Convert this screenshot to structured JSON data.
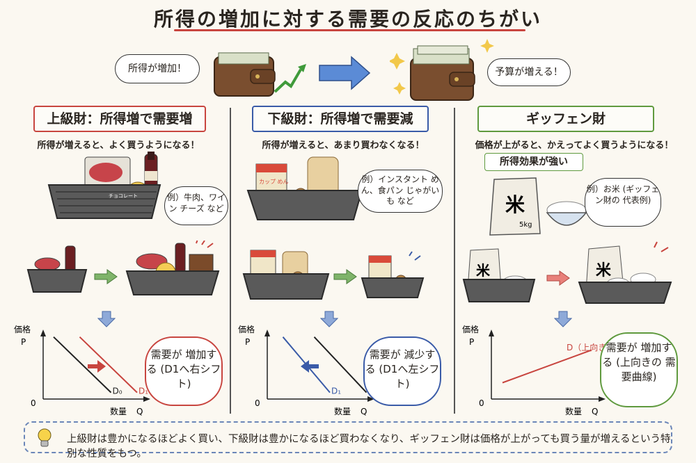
{
  "title": "所得の増加に対する需要の反応のちがい",
  "top": {
    "left_bubble": "所得が増加！",
    "right_bubble": "予算が増える！"
  },
  "colors": {
    "superior": "#c8453f",
    "inferior": "#3a5ba8",
    "giffen": "#5f9a3e"
  },
  "panels": {
    "superior": {
      "heading": "上級財：所得増で需要増",
      "sub": "所得が増えると、よく買うようになる！",
      "example": "例）牛肉、ワイン チーズ など",
      "cloud": "需要が 増加する (D1へ右シフト)",
      "cheese_label": "チョコレート"
    },
    "inferior": {
      "heading": "下級財：所得増で需要減",
      "sub": "所得が増えると、あまり買わなくなる！",
      "example": "例）インスタント めん、食パン じゃがいも など",
      "cloud": "需要が 減少する (D1へ左シフト)",
      "cup_label": "カップ めん"
    },
    "giffen": {
      "heading": "ギッフェン財",
      "sub": "価格が上がると、かえってよく買うようになる！",
      "effect": "所得効果が強い",
      "example": "例）お米 (ギッフェン財の 代表例)",
      "cloud": "需要が 増加する (上向きの 需要曲線)",
      "rice_char": "米",
      "rice_weight": "5kg",
      "curve_label": "D（上向き）"
    }
  },
  "axes": {
    "y": "価格",
    "p": "P",
    "x": "数量",
    "q": "Q",
    "origin": "0",
    "d0": "D₀",
    "d1": "D₁",
    "d": "D"
  },
  "footer": "上級財は豊かになるほどよく買い、下級財は豊かになるほど買わなくなり、ギッフェン財は価格が上がっても買う量が増えるという特別な性質をもつ。",
  "chart_data": [
    {
      "type": "line",
      "title": "上級財",
      "xlabel": "数量 Q",
      "ylabel": "価格 P",
      "series": [
        {
          "name": "D₀",
          "x": [
            0.1,
            0.65
          ],
          "y": [
            0.95,
            0.1
          ]
        },
        {
          "name": "D₁",
          "x": [
            0.35,
            0.9
          ],
          "y": [
            0.95,
            0.1
          ]
        }
      ],
      "shift": "right"
    },
    {
      "type": "line",
      "title": "下級財",
      "xlabel": "数量 Q",
      "ylabel": "価格 P",
      "series": [
        {
          "name": "D₀",
          "x": [
            0.45,
            0.95
          ],
          "y": [
            0.95,
            0.1
          ]
        },
        {
          "name": "D₁",
          "x": [
            0.15,
            0.6
          ],
          "y": [
            0.95,
            0.1
          ]
        }
      ],
      "shift": "left"
    },
    {
      "type": "line",
      "title": "ギッフェン財",
      "xlabel": "数量 Q",
      "ylabel": "価格 P",
      "series": [
        {
          "name": "D",
          "x": [
            0.1,
            0.9
          ],
          "y": [
            0.25,
            0.75
          ]
        }
      ],
      "shift": "upward"
    }
  ]
}
